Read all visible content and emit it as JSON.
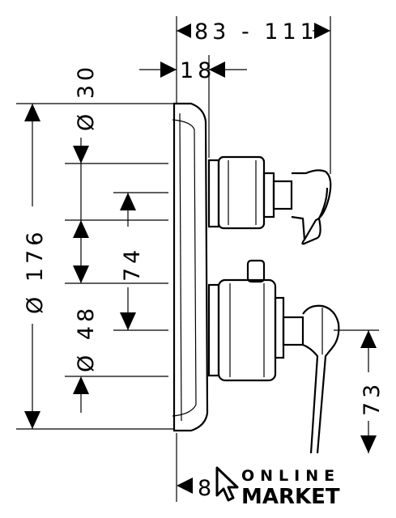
{
  "dimensions": {
    "top_range": "83 - 111",
    "top_small": "18",
    "dia_outer": "Ø 176",
    "dia_top_knob": "Ø 30",
    "dia_bottom_knob": "Ø 48",
    "spacing": "74",
    "right_height": "73",
    "bottom_partial": "8"
  },
  "logo": {
    "line1": "ONLINE",
    "line2": "MARKET"
  }
}
